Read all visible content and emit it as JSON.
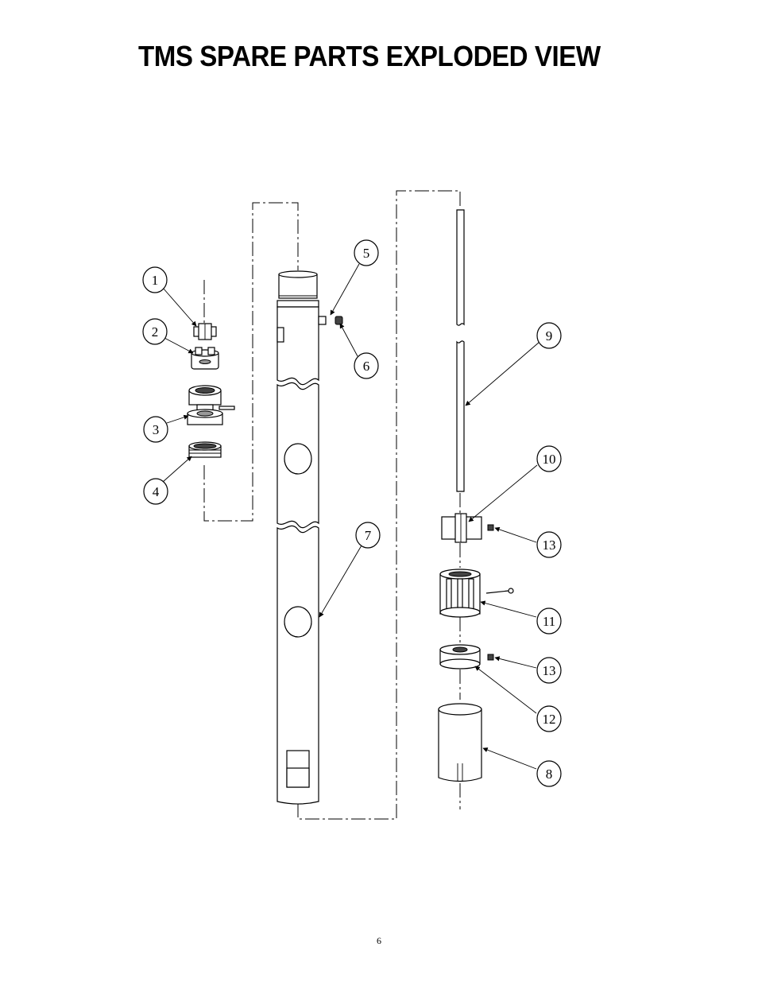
{
  "page": {
    "title": "TMS SPARE PARTS EXPLODED VIEW",
    "page_number": "6"
  },
  "callouts": {
    "c1": "1",
    "c2": "2",
    "c3": "3",
    "c4": "4",
    "c5": "5",
    "c6": "6",
    "c7": "7",
    "c8": "8",
    "c9": "9",
    "c10": "10",
    "c11": "11",
    "c12": "12",
    "c13a": "13",
    "c13b": "13"
  }
}
